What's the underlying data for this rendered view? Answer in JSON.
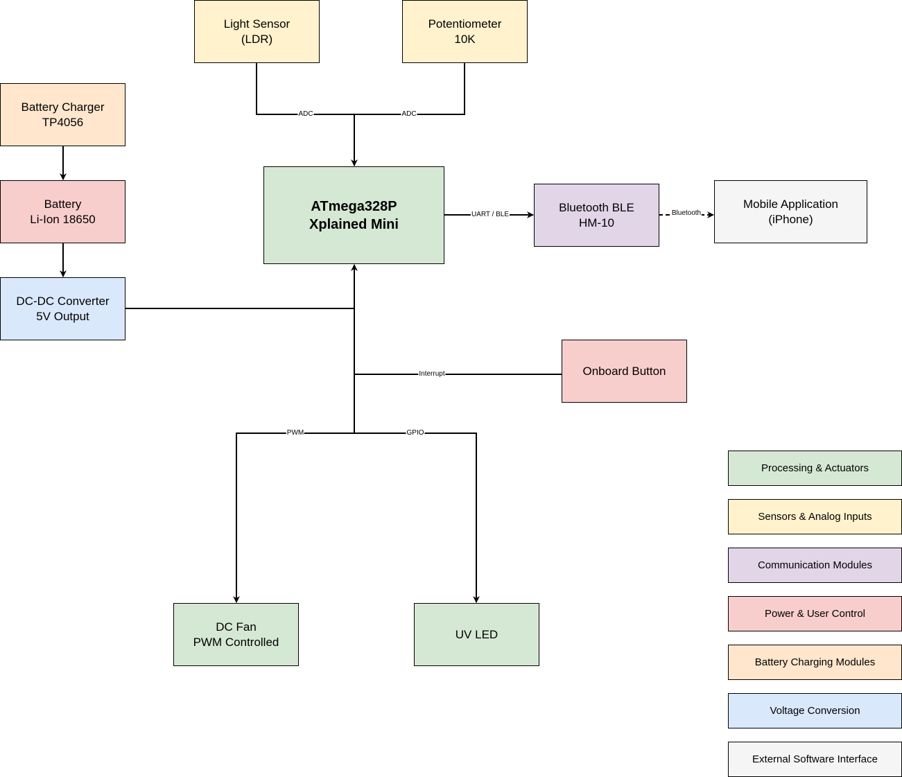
{
  "colors": {
    "green": "#d5e8d4",
    "yellow": "#fff2cc",
    "purple": "#e1d5e7",
    "red": "#f8cecc",
    "orange": "#ffe6cc",
    "blue": "#dae8fc",
    "gray": "#f5f5f5",
    "line": "#000000"
  },
  "blocks": {
    "light_sensor": [
      "Light Sensor",
      "(LDR)"
    ],
    "potentiometer": [
      "Potentiometer",
      "10K"
    ],
    "battery_charger": [
      "Battery Charger",
      "TP4056"
    ],
    "battery": [
      "Battery",
      "Li-Ion 18650"
    ],
    "dcdc": [
      "DC-DC Converter",
      "5V Output"
    ],
    "mcu": [
      "ATmega328P",
      "Xplained Mini"
    ],
    "ble": [
      "Bluetooth BLE",
      "HM-10"
    ],
    "mobile": [
      "Mobile Application",
      "(iPhone)"
    ],
    "button": [
      "Onboard Button"
    ],
    "fan": [
      "DC Fan",
      "PWM Controlled"
    ],
    "uvled": [
      "UV LED"
    ]
  },
  "edges": {
    "adc_ldr": "ADC",
    "adc_pot": "ADC",
    "uart": "UART / BLE",
    "bluetooth": "Bluetooth",
    "interrupt": "Interrupt",
    "pwm": "PWM",
    "gpio": "GPIO"
  },
  "legend": [
    {
      "label": "Processing & Actuators",
      "color": "#d5e8d4"
    },
    {
      "label": "Sensors & Analog Inputs",
      "color": "#fff2cc"
    },
    {
      "label": "Communication Modules",
      "color": "#e1d5e7"
    },
    {
      "label": "Power & User Control",
      "color": "#f8cecc"
    },
    {
      "label": "Battery Charging Modules",
      "color": "#ffe6cc"
    },
    {
      "label": "Voltage Conversion",
      "color": "#dae8fc"
    },
    {
      "label": "External Software Interface",
      "color": "#f5f5f5"
    }
  ]
}
